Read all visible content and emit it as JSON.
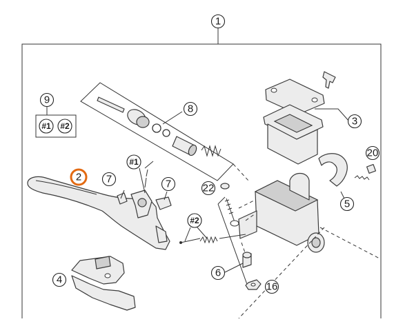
{
  "callouts": {
    "c1": "1",
    "c2": "2",
    "c3": "3",
    "c4": "4",
    "c5": "5",
    "c6": "6",
    "c7a": "7",
    "c7b": "7",
    "c8": "8",
    "c9": "9",
    "c16": "16",
    "c20": "20",
    "c22": "22",
    "k1_box": "#1",
    "k2_box": "#2",
    "k1_lever": "#1",
    "k2_pin": "#2"
  },
  "colors": {
    "highlight": "#e36a12",
    "line": "#333333",
    "part_fill": "#ececec"
  }
}
